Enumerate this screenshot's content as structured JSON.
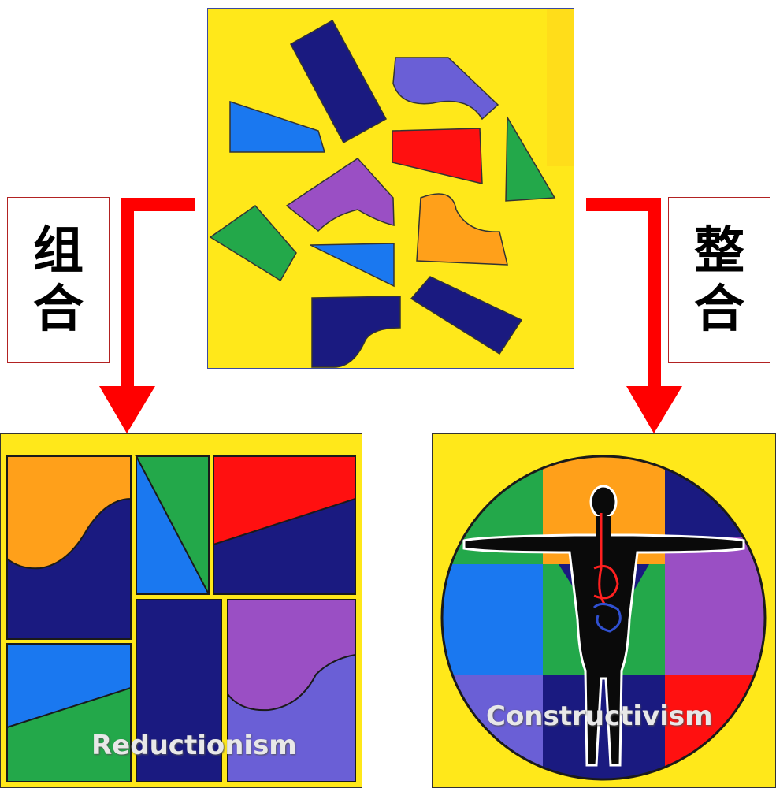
{
  "labels": {
    "left_chars": [
      "组",
      "合"
    ],
    "right_chars": [
      "整",
      "合"
    ]
  },
  "captions": {
    "reductionism": "Reductionism",
    "constructivism": "Constructivism"
  },
  "colors": {
    "background_yellow": "#ffe81a",
    "arrow_red": "#ff0000",
    "navy": "#1a1a80",
    "purple": "#9a4fc4",
    "lavender": "#6a5fd6",
    "blue": "#1a78f0",
    "red": "#ff1010",
    "green": "#23a84a",
    "orange": "#ffa01a"
  },
  "icons": [
    "human-figure-icon"
  ]
}
